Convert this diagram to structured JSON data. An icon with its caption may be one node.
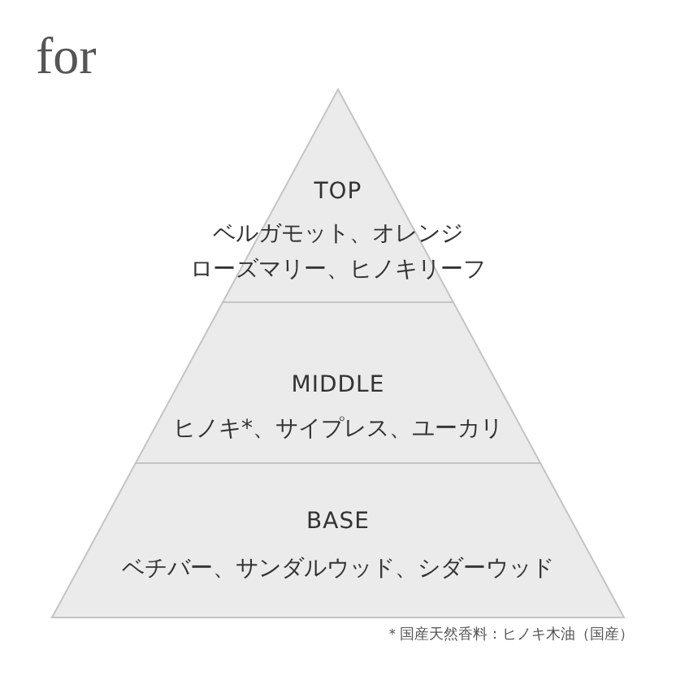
{
  "diagram": {
    "title": "for",
    "nodes": [
      {
        "text": [
          "TOP",
          "ベルガモット、オレンジローズマリー、ヒノキリーフ"
        ]
      },
      {
        "text": [
          "MIDDLE",
          "ヒノキ*、サイプレス、ユーカリ"
        ]
      },
      {
        "text": [
          "BASE",
          "ベチバー、サンダルウッド、シダーウッド"
        ]
      }
    ],
    "labels": [
      "＊国産天然香料：ヒノキ木油（国産）"
    ]
  }
}
